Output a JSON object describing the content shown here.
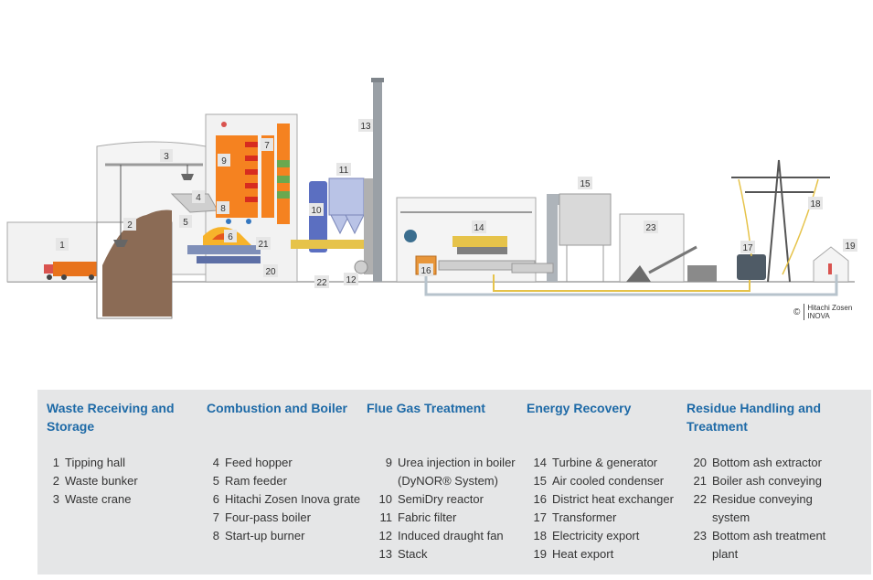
{
  "copyright": {
    "symbol": "©",
    "brand_line1": "Hitachi Zosen",
    "brand_line2": "INOVA"
  },
  "diagram_labels": [
    "1",
    "2",
    "3",
    "4",
    "5",
    "6",
    "7",
    "8",
    "9",
    "10",
    "11",
    "12",
    "13",
    "14",
    "15",
    "16",
    "17",
    "18",
    "19",
    "20",
    "21",
    "22",
    "23"
  ],
  "legend": [
    {
      "title": "Waste Receiving and Storage",
      "items": [
        {
          "num": "1",
          "text": "Tipping hall"
        },
        {
          "num": "2",
          "text": "Waste bunker"
        },
        {
          "num": "3",
          "text": "Waste crane"
        }
      ]
    },
    {
      "title": "Combustion and Boiler",
      "items": [
        {
          "num": "4",
          "text": "Feed hopper"
        },
        {
          "num": "5",
          "text": "Ram feeder"
        },
        {
          "num": "6",
          "text": "Hitachi Zosen Inova grate"
        },
        {
          "num": "7",
          "text": "Four-pass boiler"
        },
        {
          "num": "8",
          "text": "Start-up burner"
        }
      ]
    },
    {
      "title": "Flue Gas Treatment",
      "items": [
        {
          "num": "9",
          "text": "Urea injection in boiler (DyNOR® System)"
        },
        {
          "num": "10",
          "text": "SemiDry reactor"
        },
        {
          "num": "11",
          "text": "Fabric filter"
        },
        {
          "num": "12",
          "text": "Induced draught fan"
        },
        {
          "num": "13",
          "text": "Stack"
        }
      ]
    },
    {
      "title": "Energy Recovery",
      "items": [
        {
          "num": "14",
          "text": "Turbine & generator"
        },
        {
          "num": "15",
          "text": "Air cooled condenser"
        },
        {
          "num": "16",
          "text": "District heat exchanger"
        },
        {
          "num": "17",
          "text": "Transformer"
        },
        {
          "num": "18",
          "text": "Electricity export"
        },
        {
          "num": "19",
          "text": "Heat export"
        }
      ]
    },
    {
      "title": "Residue Handling and Treatment",
      "items": [
        {
          "num": "20",
          "text": "Bottom ash extractor"
        },
        {
          "num": "21",
          "text": "Boiler ash conveying"
        },
        {
          "num": "22",
          "text": "Residue conveying system"
        },
        {
          "num": "23",
          "text": "Bottom ash treatment plant"
        }
      ]
    }
  ],
  "colors": {
    "legend_title": "#1e6aa7",
    "legend_bg": "#e5e6e7",
    "boiler_orange": "#f58220",
    "reactor_blue": "#5b6fc1",
    "steel_grey": "#9aa0a6",
    "waste_brown": "#8b6b55",
    "pipe_yellow": "#e6c34a"
  }
}
